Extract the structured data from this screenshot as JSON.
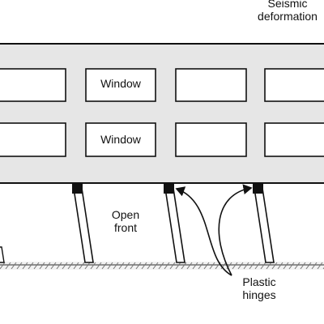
{
  "labels": {
    "seismic_line1": "Seismic",
    "seismic_line2": "deformation",
    "window_top": "Window",
    "window_bottom": "Window",
    "open_line1": "Open",
    "open_line2": "front",
    "plastic_line1": "Plastic",
    "plastic_line2": "hinges"
  },
  "colors": {
    "building_fill": "#e6e6e6",
    "stroke": "#111111",
    "hinge": "#111111",
    "ground_hatch": "#777777"
  }
}
